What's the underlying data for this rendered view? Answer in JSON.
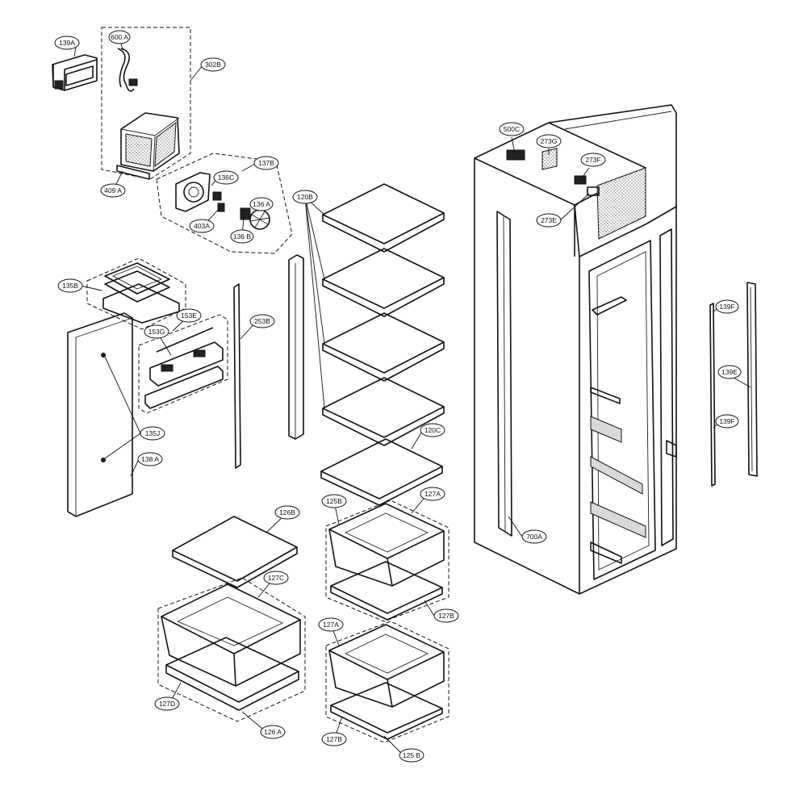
{
  "labels": {
    "p139A": "139A",
    "p600A": "600 A",
    "p302B": "302B",
    "p409A": "409 A",
    "p137B": "137B",
    "p136C": "136C",
    "p136A": "136 A",
    "p403A": "403A",
    "p136B": "136 B",
    "p120B": "120B",
    "p500C": "500C",
    "p273G": "273G",
    "p273F": "273F",
    "p273E": "273E",
    "p135B": "135B",
    "p153E": "153E",
    "p153G": "153G",
    "p253B": "253B",
    "p135J": "135J",
    "p138A": "138 A",
    "p120C": "120C",
    "p139F_top": "139F",
    "p139E": "139E",
    "p139F_bottom": "139F",
    "p700A": "700A",
    "p126B": "126B",
    "p125B_top": "125B",
    "p127A_top": "127A",
    "p127C": "127C",
    "p127B_top": "127B",
    "p127A_bottom": "127A",
    "p127D": "127D",
    "p126A": "126 A",
    "p127B_bottom": "127B",
    "p125B_bottom": "125 B"
  }
}
